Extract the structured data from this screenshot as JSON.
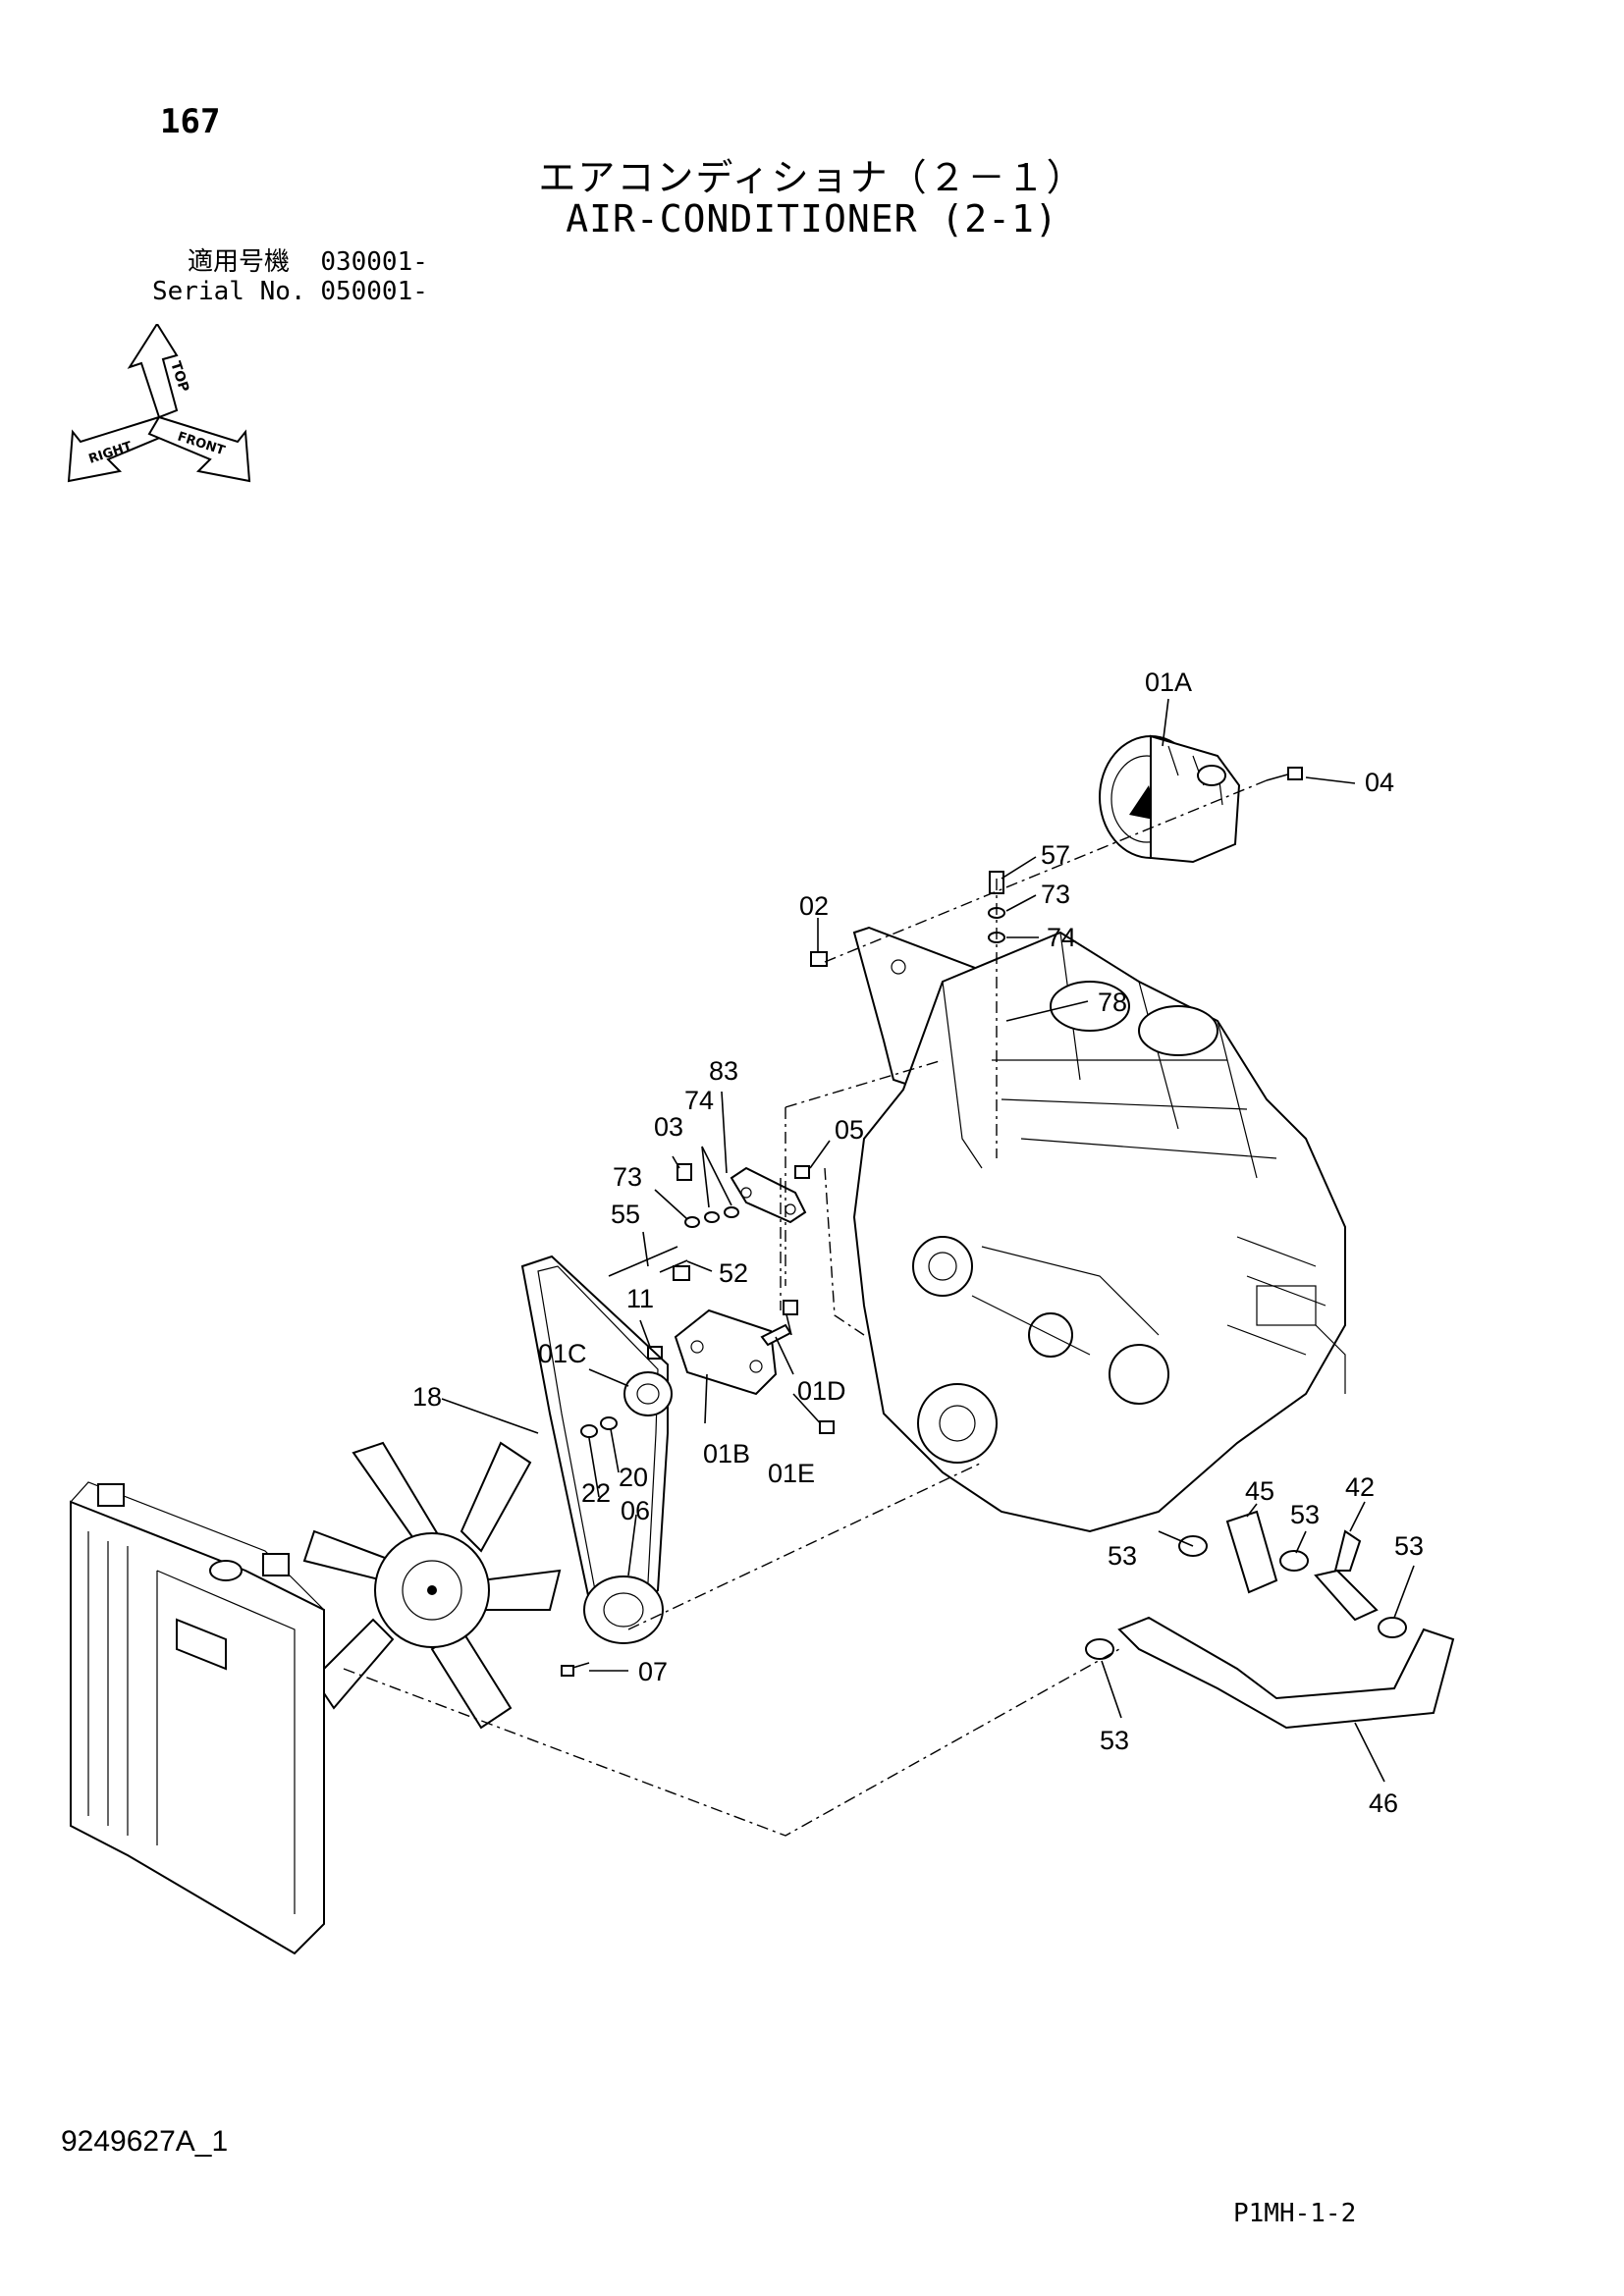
{
  "page": {
    "number": "167",
    "title_jp": "エアコンディショナ（２－１）",
    "title_en": "AIR-CONDITIONER (2-1)",
    "serial_rows": [
      {
        "label": "適用号機",
        "value": "030001-"
      },
      {
        "label": "Serial No.",
        "value": "050001-"
      }
    ],
    "doc_number": "9249627A_1",
    "page_code": "P1MH-1-2"
  },
  "orientation": {
    "top": "TOP",
    "right": "RIGHT",
    "front": "FRONT"
  },
  "callouts": {
    "c01A": "01A",
    "c04": "04",
    "c57": "57",
    "c73a": "73",
    "c74a": "74",
    "c02": "02",
    "c78": "78",
    "c83": "83",
    "c74b": "74",
    "c03": "03",
    "c05": "05",
    "c73b": "73",
    "c55": "55",
    "c52": "52",
    "c11": "11",
    "c01C": "01C",
    "c18": "18",
    "c01D": "01D",
    "c01B": "01B",
    "c01E": "01E",
    "c22": "22",
    "c20": "20",
    "c06": "06",
    "c07": "07",
    "c45": "45",
    "c53a": "53",
    "c42": "42",
    "c53b": "53",
    "c53c": "53",
    "c53d": "53",
    "c46": "46"
  }
}
